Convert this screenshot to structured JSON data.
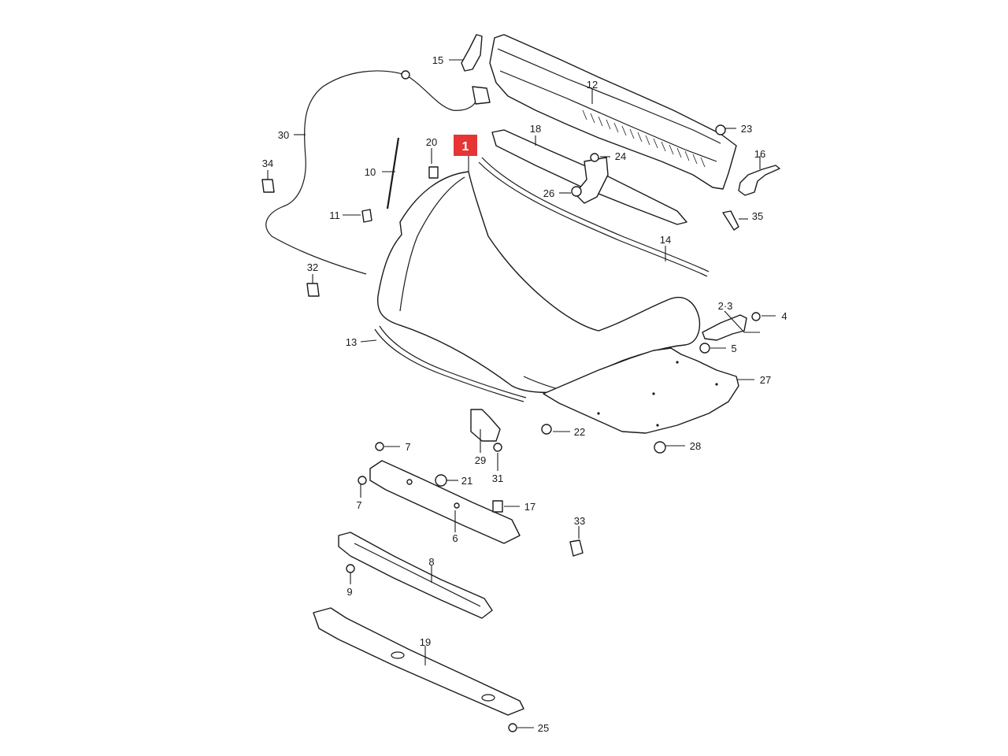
{
  "diagram": {
    "highlight": {
      "number": "1",
      "color": "#e53535"
    },
    "callouts": {
      "c1": "1",
      "c2_3": "2·3",
      "c4": "4",
      "c5": "5",
      "c6": "6",
      "c7a": "7",
      "c7b": "7",
      "c8": "8",
      "c9": "9",
      "c10": "10",
      "c11": "11",
      "c12": "12",
      "c13": "13",
      "c14": "14",
      "c15": "15",
      "c16": "16",
      "c17": "17",
      "c18": "18",
      "c19": "19",
      "c20": "20",
      "c21": "21",
      "c22": "22",
      "c23": "23",
      "c24": "24",
      "c25": "25",
      "c26": "26",
      "c27": "27",
      "c28": "28",
      "c29": "29",
      "c30": "30",
      "c31": "31",
      "c32": "32",
      "c33": "33",
      "c34": "34",
      "c35": "35"
    }
  }
}
